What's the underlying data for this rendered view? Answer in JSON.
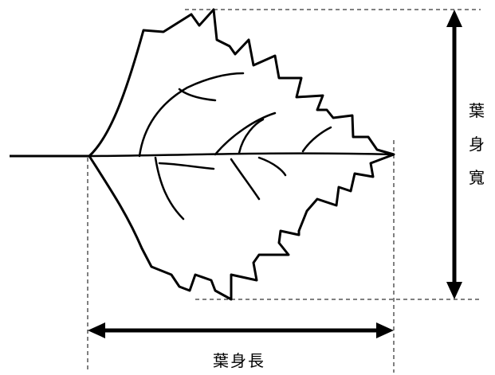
{
  "labels": {
    "width_chars": [
      "葉",
      "身",
      "寬"
    ],
    "length": "葉身長"
  }
}
